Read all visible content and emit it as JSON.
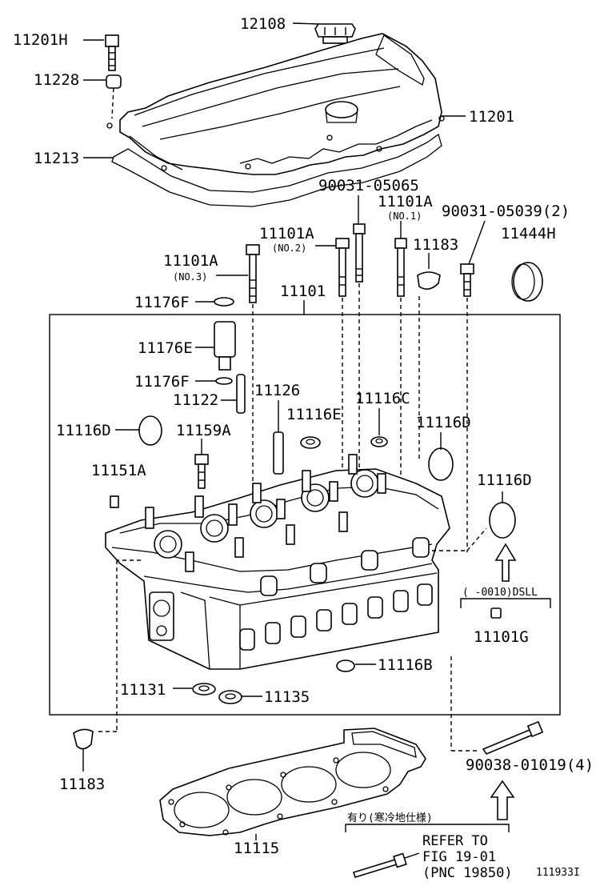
{
  "labels": {
    "p12108": "12108",
    "p11201H": "11201H",
    "p11228": "11228",
    "p11201": "11201",
    "p11213": "11213",
    "p90031_05065": "90031-05065",
    "p11101A_no1": "11101A",
    "no1": "(NO.1)",
    "p90031_05039": "90031-05039(2)",
    "p11444H": "11444H",
    "p11101A_no2": "11101A",
    "no2": "(NO.2)",
    "p11183_top": "11183",
    "p11101A_no3": "11101A",
    "no3": "(NO.3)",
    "p11101": "11101",
    "p11176F_top": "11176F",
    "p11176E": "11176E",
    "p11176F_mid": "11176F",
    "p11122": "11122",
    "p11126": "11126",
    "p11116C": "11116C",
    "p11116E": "11116E",
    "p11116D_right": "11116D",
    "p11116D_left": "11116D",
    "p11159A": "11159A",
    "p11151A": "11151A",
    "p11116D_far": "11116D",
    "dsll_note": "(    -0010)DSLL",
    "p11101G": "11101G",
    "p11116B": "11116B",
    "p11131": "11131",
    "p11135": "11135",
    "p11183_bottom": "11183",
    "p90038": "90038-01019(4)",
    "p11115": "11115",
    "note_jp": "有り(寒冷地仕様)",
    "refer1": "REFER TO",
    "refer2": "FIG 19-01",
    "refer3": "(PNC 19850)",
    "fig_id": "111933I"
  }
}
